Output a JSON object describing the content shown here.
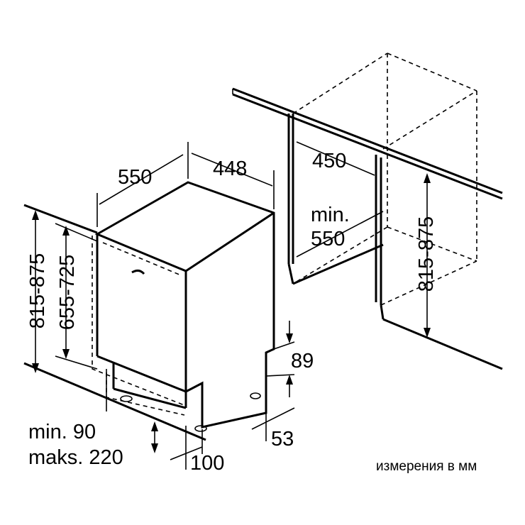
{
  "dimensions": {
    "width": "550",
    "depth": "448",
    "niche_depth": "450",
    "niche_width_line1": "min.",
    "niche_width_line2": "550",
    "height_range": "815-875",
    "door_height": "655-725",
    "niche_height": "815-875",
    "plinth_height": "89",
    "plinth_depth": "53",
    "foot_offset": "100",
    "gap_line1": "min. 90",
    "gap_line2": "maks. 220"
  },
  "note": "измерения в мм",
  "colors": {
    "line": "#000000",
    "background": "#ffffff"
  }
}
